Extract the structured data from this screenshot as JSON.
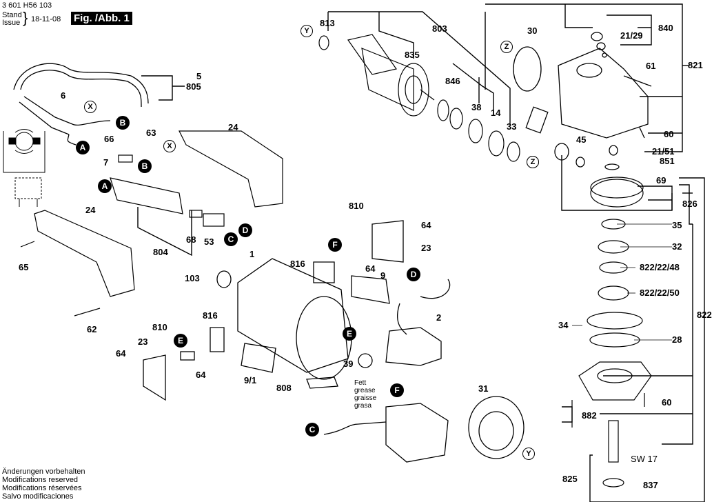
{
  "header": {
    "part_number": "3 601 H56 103",
    "stand_label": "Stand",
    "issue_label": "Issue",
    "date": "18-11-08",
    "figure_label": "Fig. /Abb. 1"
  },
  "footer": {
    "lines": [
      "Änderungen vorbehalten",
      "Modifications reserved",
      "Modifications réservées",
      "Salvo modificaciones"
    ]
  },
  "grease_note": [
    "Fett",
    "grease",
    "graisse",
    "grasa"
  ],
  "connectors": [
    "A",
    "B",
    "C",
    "D",
    "E",
    "F"
  ],
  "reference_marks": [
    "X",
    "Y",
    "Z"
  ],
  "part_labels": {
    "p813": "813",
    "p803": "803",
    "p835": "835",
    "p846": "846",
    "p38": "38",
    "p14": "14",
    "p33": "33",
    "p30": "30",
    "p840": "840",
    "p21_29": "21/29",
    "p61": "61",
    "p821": "821",
    "p60a": "60",
    "p21_51": "21/51",
    "p851": "851",
    "p45": "45",
    "p69": "69",
    "p826": "826",
    "p35": "35",
    "p32": "32",
    "p822_22_48": "822/22/48",
    "p822_22_50": "822/22/50",
    "p34": "34",
    "p28": "28",
    "p822": "822",
    "p60b": "60",
    "p882": "882",
    "sw17": "SW 17",
    "p825": "825",
    "p837": "837",
    "p5": "5",
    "p805": "805",
    "p6": "6",
    "p66": "66",
    "p63": "63",
    "p7": "7",
    "p24a": "24",
    "p24b": "24",
    "p65": "65",
    "p62": "62",
    "p68": "68",
    "p53": "53",
    "p804": "804",
    "p810a": "810",
    "p64a": "64",
    "p23a": "23",
    "p816a": "816",
    "p64b": "64",
    "p9": "9",
    "p1": "1",
    "p103": "103",
    "p816b": "816",
    "p810b": "810",
    "p23b": "23",
    "p64c": "64",
    "p64d": "64",
    "p9_1": "9/1",
    "p808": "808",
    "p39": "39",
    "p2": "2",
    "p31": "31"
  }
}
